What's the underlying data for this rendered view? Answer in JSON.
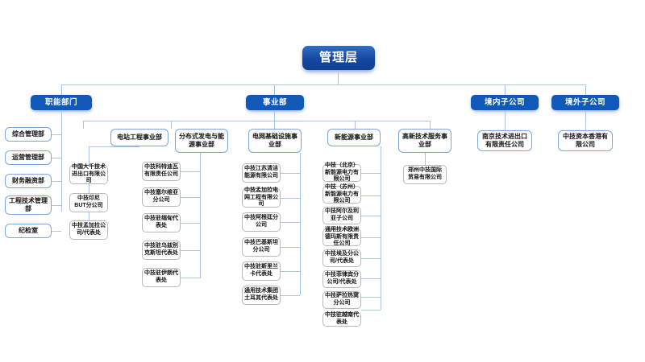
{
  "chart_data": {
    "type": "diagram",
    "title": "管理层组织架构图",
    "orientation": "top-down",
    "colors": {
      "root_fill": "#15489f",
      "level1_fill": "#1059b8",
      "level2_border": "#7ba7dd",
      "level3_border": "#b9b9b9",
      "connector": "#a9c4e4",
      "text_light": "#ffffff",
      "text_dark": "#101010"
    }
  },
  "root": {
    "label": "管理层"
  },
  "branches": {
    "functional": {
      "label": "职能部门",
      "departments": [
        {
          "label": "综合管理部"
        },
        {
          "label": "运营管理部"
        },
        {
          "label": "财务融资部"
        },
        {
          "label": "工程技术管理部"
        },
        {
          "label": "纪检室"
        }
      ]
    },
    "divisions": {
      "label": "事业部",
      "units": [
        {
          "label": "电站工程事业部",
          "children": [
            {
              "label": "中国大千技术进出口有限公司"
            },
            {
              "label": "中技印尼BUT分公司"
            },
            {
              "label": "中技孟加拉公司/代表处"
            }
          ]
        },
        {
          "label": "分布式发电与能源事业部",
          "children": [
            {
              "label": "中技科特迪瓦有限责任公司"
            },
            {
              "label": "中技塞尔维亚分公司"
            },
            {
              "label": "中技驻缅甸代表处"
            },
            {
              "label": "中技驻乌兹别克斯坦代表处"
            },
            {
              "label": "中技驻伊朗代表处"
            }
          ]
        },
        {
          "label": "电网基础设施事业部",
          "children": [
            {
              "label": "中技江苏清洁能源有限公司"
            },
            {
              "label": "中技孟加拉电网工程有限公司"
            },
            {
              "label": "中技阿根廷分公司"
            },
            {
              "label": "中技巴基斯坦分公司"
            },
            {
              "label": "中技驻斯里兰卡代表处"
            },
            {
              "label": "通用技术集团土耳其代表处"
            }
          ]
        },
        {
          "label": "新能源事业部",
          "children": [
            {
              "label": "中技（北京）新能源电力有限公司"
            },
            {
              "label": "中技（苏州）新能源电力有限公司"
            },
            {
              "label": "中技阿尔及利亚子公司"
            },
            {
              "label": "通用技术欧洲德玛斯有限责任公司"
            },
            {
              "label": "中技埃及分公司/代表处"
            },
            {
              "label": "中技菲律宾分公司/代表处"
            },
            {
              "label": "中技萨拉热窝分公司"
            },
            {
              "label": "中技驻越南代表处"
            }
          ]
        },
        {
          "label": "高新技术服务事业部",
          "children": [
            {
              "label": "郑州中技国际贸易有限公司"
            }
          ]
        }
      ]
    },
    "domestic": {
      "label": "境内子公司",
      "children": [
        {
          "label": "南京技术进出口有限责任公司"
        }
      ]
    },
    "overseas": {
      "label": "境外子公司",
      "children": [
        {
          "label": "中技资本香港有限公司"
        }
      ]
    }
  }
}
